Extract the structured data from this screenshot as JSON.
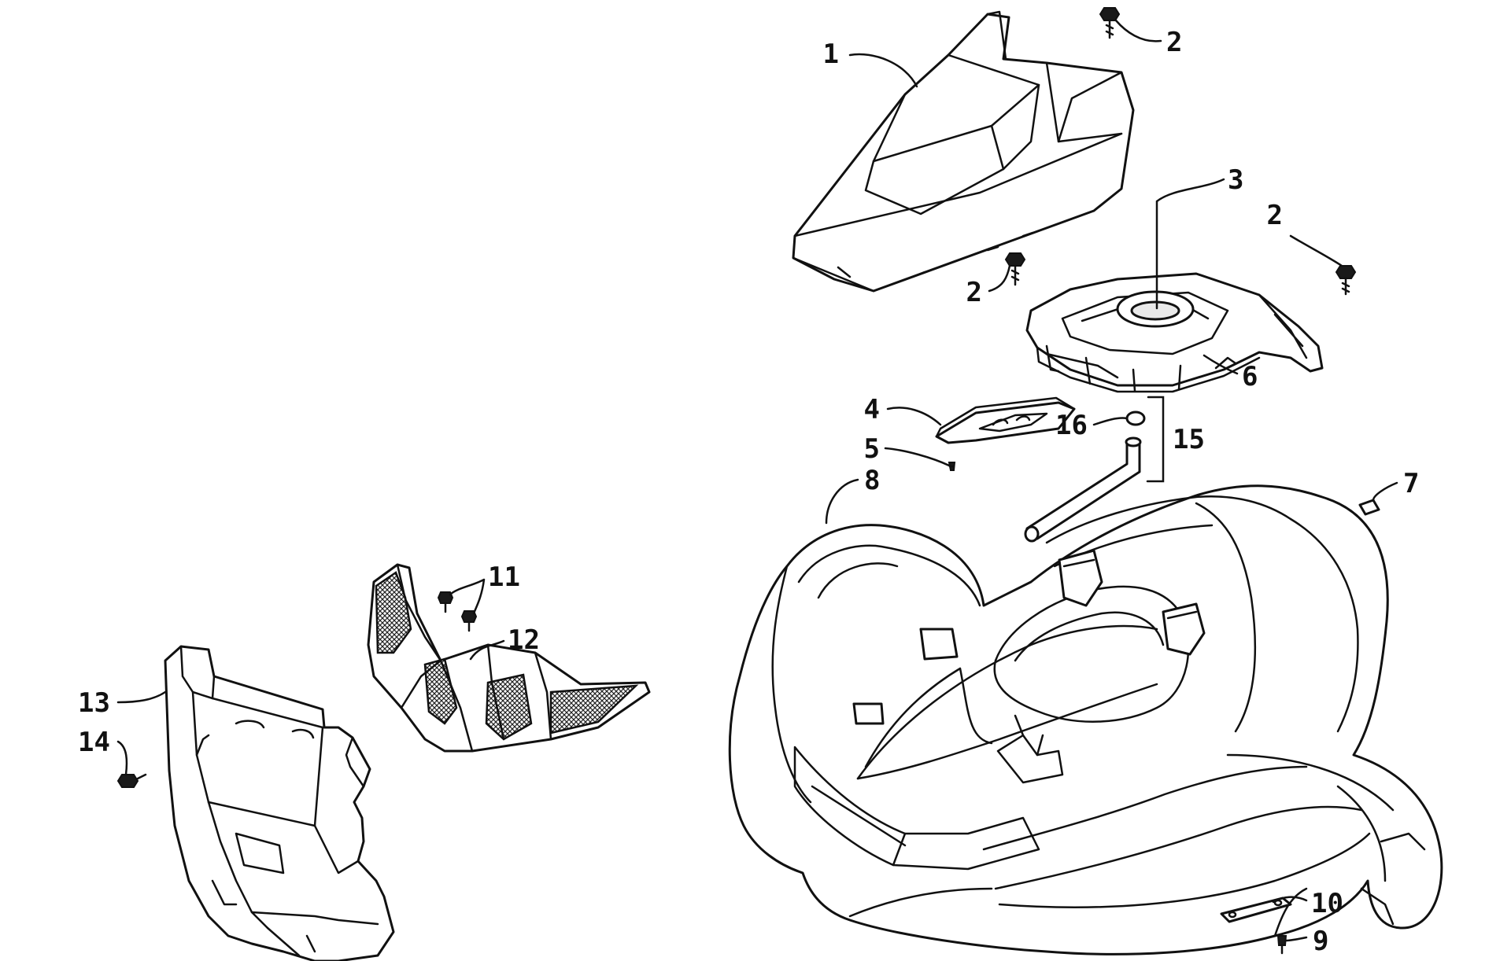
{
  "diagram": {
    "kind": "exploded-parts-diagram",
    "accent_color": "#111111",
    "callouts": [
      {
        "id": "c1",
        "label": "1"
      },
      {
        "id": "c2a",
        "label": "2"
      },
      {
        "id": "c2b",
        "label": "2"
      },
      {
        "id": "c2c",
        "label": "2"
      },
      {
        "id": "c3",
        "label": "3"
      },
      {
        "id": "c4",
        "label": "4"
      },
      {
        "id": "c5",
        "label": "5"
      },
      {
        "id": "c6",
        "label": "6"
      },
      {
        "id": "c7",
        "label": "7"
      },
      {
        "id": "c8",
        "label": "8"
      },
      {
        "id": "c9",
        "label": "9"
      },
      {
        "id": "c10",
        "label": "10"
      },
      {
        "id": "c11",
        "label": "11"
      },
      {
        "id": "c12",
        "label": "12"
      },
      {
        "id": "c13",
        "label": "13"
      },
      {
        "id": "c14",
        "label": "14"
      },
      {
        "id": "c15",
        "label": "15"
      },
      {
        "id": "c16",
        "label": "16"
      }
    ]
  }
}
